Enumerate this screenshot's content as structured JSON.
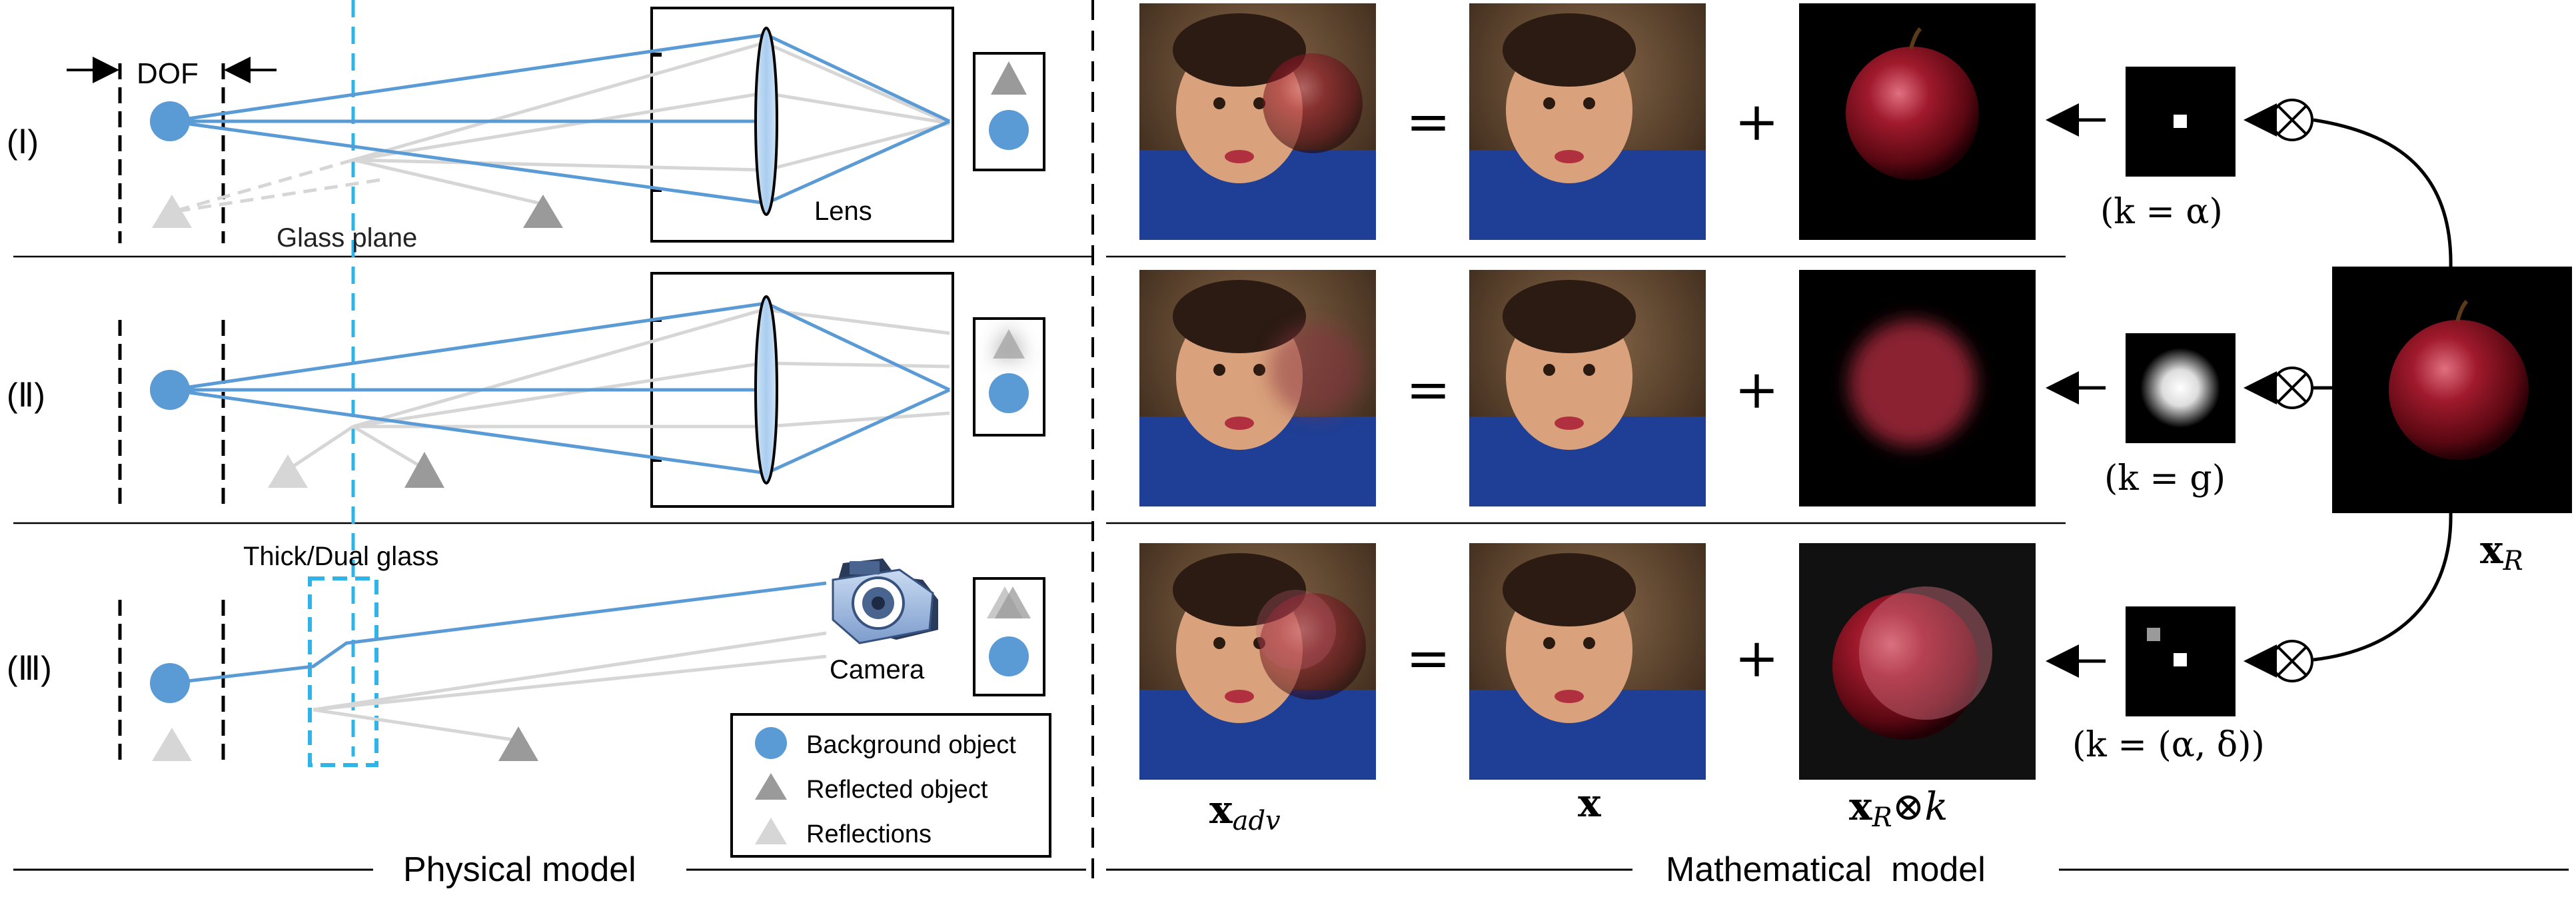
{
  "physical": {
    "section_label": "Physical model",
    "rows": [
      {
        "label": "(Ⅰ)"
      },
      {
        "label": "(Ⅱ)"
      },
      {
        "label": "(Ⅲ)"
      }
    ],
    "dof_label": "DOF",
    "glass_plane_label": "Glass plane",
    "lens_label": "Lens",
    "thick_glass_label": "Thick/Dual glass",
    "camera_label": "Camera",
    "legend": {
      "background": "Background object",
      "reflected": "Reflected object",
      "reflections": "Reflections"
    }
  },
  "math": {
    "section_label": "Mathematical  model",
    "equals": "=",
    "plus": "+",
    "conv": "⊗",
    "kernel_labels": [
      "(k = α)",
      "(k = g)",
      "(k = (α, δ))"
    ],
    "x_adv": "x",
    "x_adv_sub": "adv",
    "x": "x",
    "xr": "x",
    "xr_sub": "R",
    "xr_conv_k_tail": "k"
  },
  "colors": {
    "blue": "#5b9bd5",
    "cyan": "#2eb4e8",
    "gray": "#9a9a9a",
    "light_gray": "#d6d6d6"
  }
}
